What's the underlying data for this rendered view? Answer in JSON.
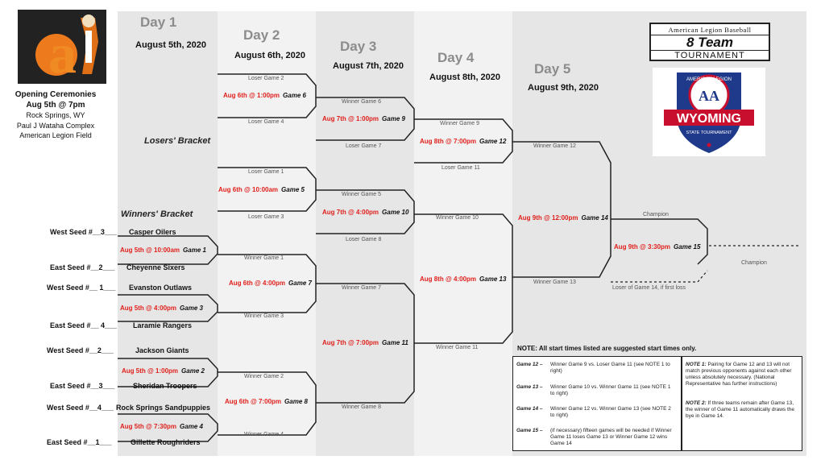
{
  "days": [
    {
      "label": "Day 1",
      "date": "August 5th, 2020"
    },
    {
      "label": "Day 2",
      "date": "August 6th, 2020"
    },
    {
      "label": "Day 3",
      "date": "August 7th, 2020"
    },
    {
      "label": "Day 4",
      "date": "August 8th, 2020"
    },
    {
      "label": "Day 5",
      "date": "August 9th, 2020"
    }
  ],
  "opening": {
    "l1": "Opening Ceremonies",
    "l2": "Aug 5th @ 7pm",
    "l3": "Rock Springs,  WY",
    "l4": "Paul J Wataha Complex",
    "l5": "American Legion Field"
  },
  "sections": {
    "losers": "Losers' Bracket",
    "winners": "Winners' Bracket"
  },
  "seeds": [
    {
      "seed": "West Seed #__3___",
      "team": "Casper  Oilers"
    },
    {
      "seed": "East Seed #__2___",
      "team": "Cheyenne Sixers"
    },
    {
      "seed": "West Seed #__ 1___",
      "team": "Evanston  Outlaws"
    },
    {
      "seed": "East Seed #__ 4___",
      "team": "Laramie Rangers"
    },
    {
      "seed": "West Seed #__2___",
      "team": "Jackson  Giants"
    },
    {
      "seed": "East Seed #__3___",
      "team": "Sheridan Troopers"
    },
    {
      "seed": "West Seed #__4___",
      "team": "Rock  Springs Sandpuppies"
    },
    {
      "seed": "East Seed #__1___",
      "team": "Gillette Roughriders"
    }
  ],
  "games": {
    "g1": {
      "time": "Aug 5th @ 10:00am",
      "game": "Game 1"
    },
    "g3": {
      "time": "Aug 5th @ 4:00pm",
      "game": "Game 3"
    },
    "g2": {
      "time": "Aug 5th @ 1:00pm",
      "game": "Game 2"
    },
    "g4": {
      "time": "Aug 5th @ 7:30pm",
      "game": "Game 4"
    },
    "g6": {
      "time": "Aug 6th @ 1:00pm",
      "game": "Game 6"
    },
    "g5": {
      "time": "Aug 6th @ 10:00am",
      "game": "Game 5"
    },
    "g7": {
      "time": "Aug 6th @ 4:00pm",
      "game": "Game 7"
    },
    "g8": {
      "time": "Aug 6th @ 7:00pm",
      "game": "Game 8"
    },
    "g9": {
      "time": "Aug 7th @ 1:00pm",
      "game": "Game 9"
    },
    "g10": {
      "time": "Aug 7th @ 4:00pm",
      "game": "Game 10"
    },
    "g11": {
      "time": "Aug 7th @ 7:00pm",
      "game": "Game 11"
    },
    "g12": {
      "time": "Aug 8th @ 7:00pm",
      "game": "Game 12"
    },
    "g13": {
      "time": "Aug 8th @ 4:00pm",
      "game": "Game 13"
    },
    "g14": {
      "time": "Aug 9th @ 12:00pm",
      "game": "Game 14"
    },
    "g15": {
      "time": "Aug 9th @ 3:30pm",
      "game": "Game 15"
    }
  },
  "labels": {
    "lg2": "Loser Game 2",
    "lg4": "Loser Game 4",
    "lg1": "Loser Game 1",
    "lg3": "Loser Game 3",
    "wg1": "Winner Game 1",
    "wg3": "Winner Game 3",
    "wg2": "Winner Game 2",
    "wg4": "Winner Game 4",
    "wg6": "Winner Game 6",
    "lg7": "Loser Game 7",
    "wg5": "Winner Game 5",
    "lg8": "Loser Game 8",
    "wg7": "Winner Game 7",
    "wg8": "Winner Game 8",
    "wg9": "Winner Game 9",
    "lg11": "Loser Game 11",
    "wg10": "Winner Game 10",
    "wg11": "Winner Game 11",
    "wg12": "Winner Game 12",
    "wg13": "Winner Game 13",
    "champ1": "Champion",
    "champ2": "Champion",
    "lg14": "Loser of Game 14, if first loss"
  },
  "notes": {
    "title": "NOTE: All start times listed are suggested start times only.",
    "rows": [
      {
        "k": "Game 12 –",
        "v": "Winner Game 9 vs. Loser Game 11 (see NOTE 1 to right)"
      },
      {
        "k": "Game 13 –",
        "v": "Winner Game 10 vs. Winner Game 11 (see NOTE 1 to right)"
      },
      {
        "k": "Game 14 –",
        "v": "Winner Game 12 vs. Winner Game 13 (see NOTE 2 to right)"
      },
      {
        "k": "Game 15 –",
        "v": "(if necessary) fifteen games will be needed if Winner Game 11 loses Game 13 or Winner Game 12 wins Game 14"
      }
    ],
    "note1k": "NOTE 1:",
    "note1v": "Pairing for Game 12 and 13 will not match previous opponents against each other unless absolutely necessary. (National Representative has further instructions)",
    "note2k": "NOTE 2:",
    "note2v": "If three teams remain after Game 13, the winner of Game 11 automatically draws the bye in Game 14."
  },
  "banner": {
    "l1": "American Legion Baseball",
    "l2": "8 Team",
    "l3": "TOURNAMENT"
  },
  "emblem": {
    "arc": "AMERICAN LEGION",
    "mono": "AA",
    "state": "WYOMING",
    "sub": "STATE TOURNAMENT"
  },
  "logo": {
    "letter": "a"
  },
  "colors": {
    "accent": "#e0201c",
    "col_light": "#f2f2f2",
    "col_dark": "#e6e6e6"
  }
}
